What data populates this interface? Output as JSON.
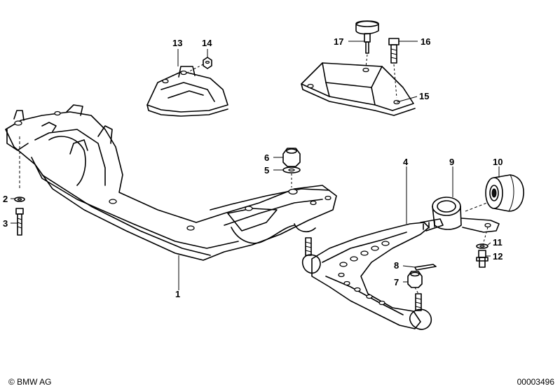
{
  "labels": {
    "p1": "1",
    "p2": "2",
    "p3": "3",
    "p4": "4",
    "p5": "5",
    "p6": "6",
    "p7": "7",
    "p8": "8",
    "p9": "9",
    "p10": "10",
    "p11": "11",
    "p12": "12",
    "p13": "13",
    "p14": "14",
    "p15": "15",
    "p16": "16",
    "p17": "17"
  },
  "footer": {
    "copyright": "© BMW AG",
    "reference": "00003496"
  }
}
